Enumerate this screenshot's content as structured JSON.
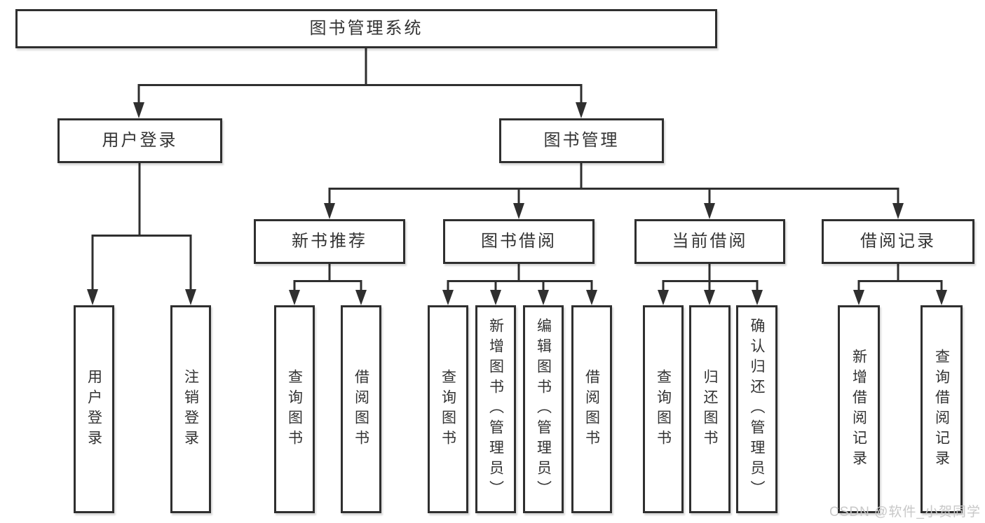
{
  "diagram": {
    "root": {
      "label": "图书管理系统"
    },
    "branches": [
      {
        "label": "用户登录",
        "leaves": [
          {
            "label": "用户登录"
          },
          {
            "label": "注销登录"
          }
        ]
      },
      {
        "label": "图书管理",
        "groups": [
          {
            "label": "新书推荐",
            "leaves": [
              {
                "label": "查询图书"
              },
              {
                "label": "借阅图书"
              }
            ]
          },
          {
            "label": "图书借阅",
            "leaves": [
              {
                "label": "查询图书"
              },
              {
                "label": "新增图书（管理员）"
              },
              {
                "label": "编辑图书（管理员）"
              },
              {
                "label": "借阅图书"
              }
            ]
          },
          {
            "label": "当前借阅",
            "leaves": [
              {
                "label": "查询图书"
              },
              {
                "label": "归还图书"
              },
              {
                "label": "确认归还（管理员）"
              }
            ]
          },
          {
            "label": "借阅记录",
            "leaves": [
              {
                "label": "新增借阅记录"
              },
              {
                "label": "查询借阅记录"
              }
            ]
          }
        ]
      }
    ]
  },
  "watermark": {
    "text": "CSDN @软件_小贺同学"
  },
  "colors": {
    "line": "#2f2f2f",
    "text": "#333333",
    "background": "#ffffff",
    "watermark": "#c8c8c8"
  }
}
